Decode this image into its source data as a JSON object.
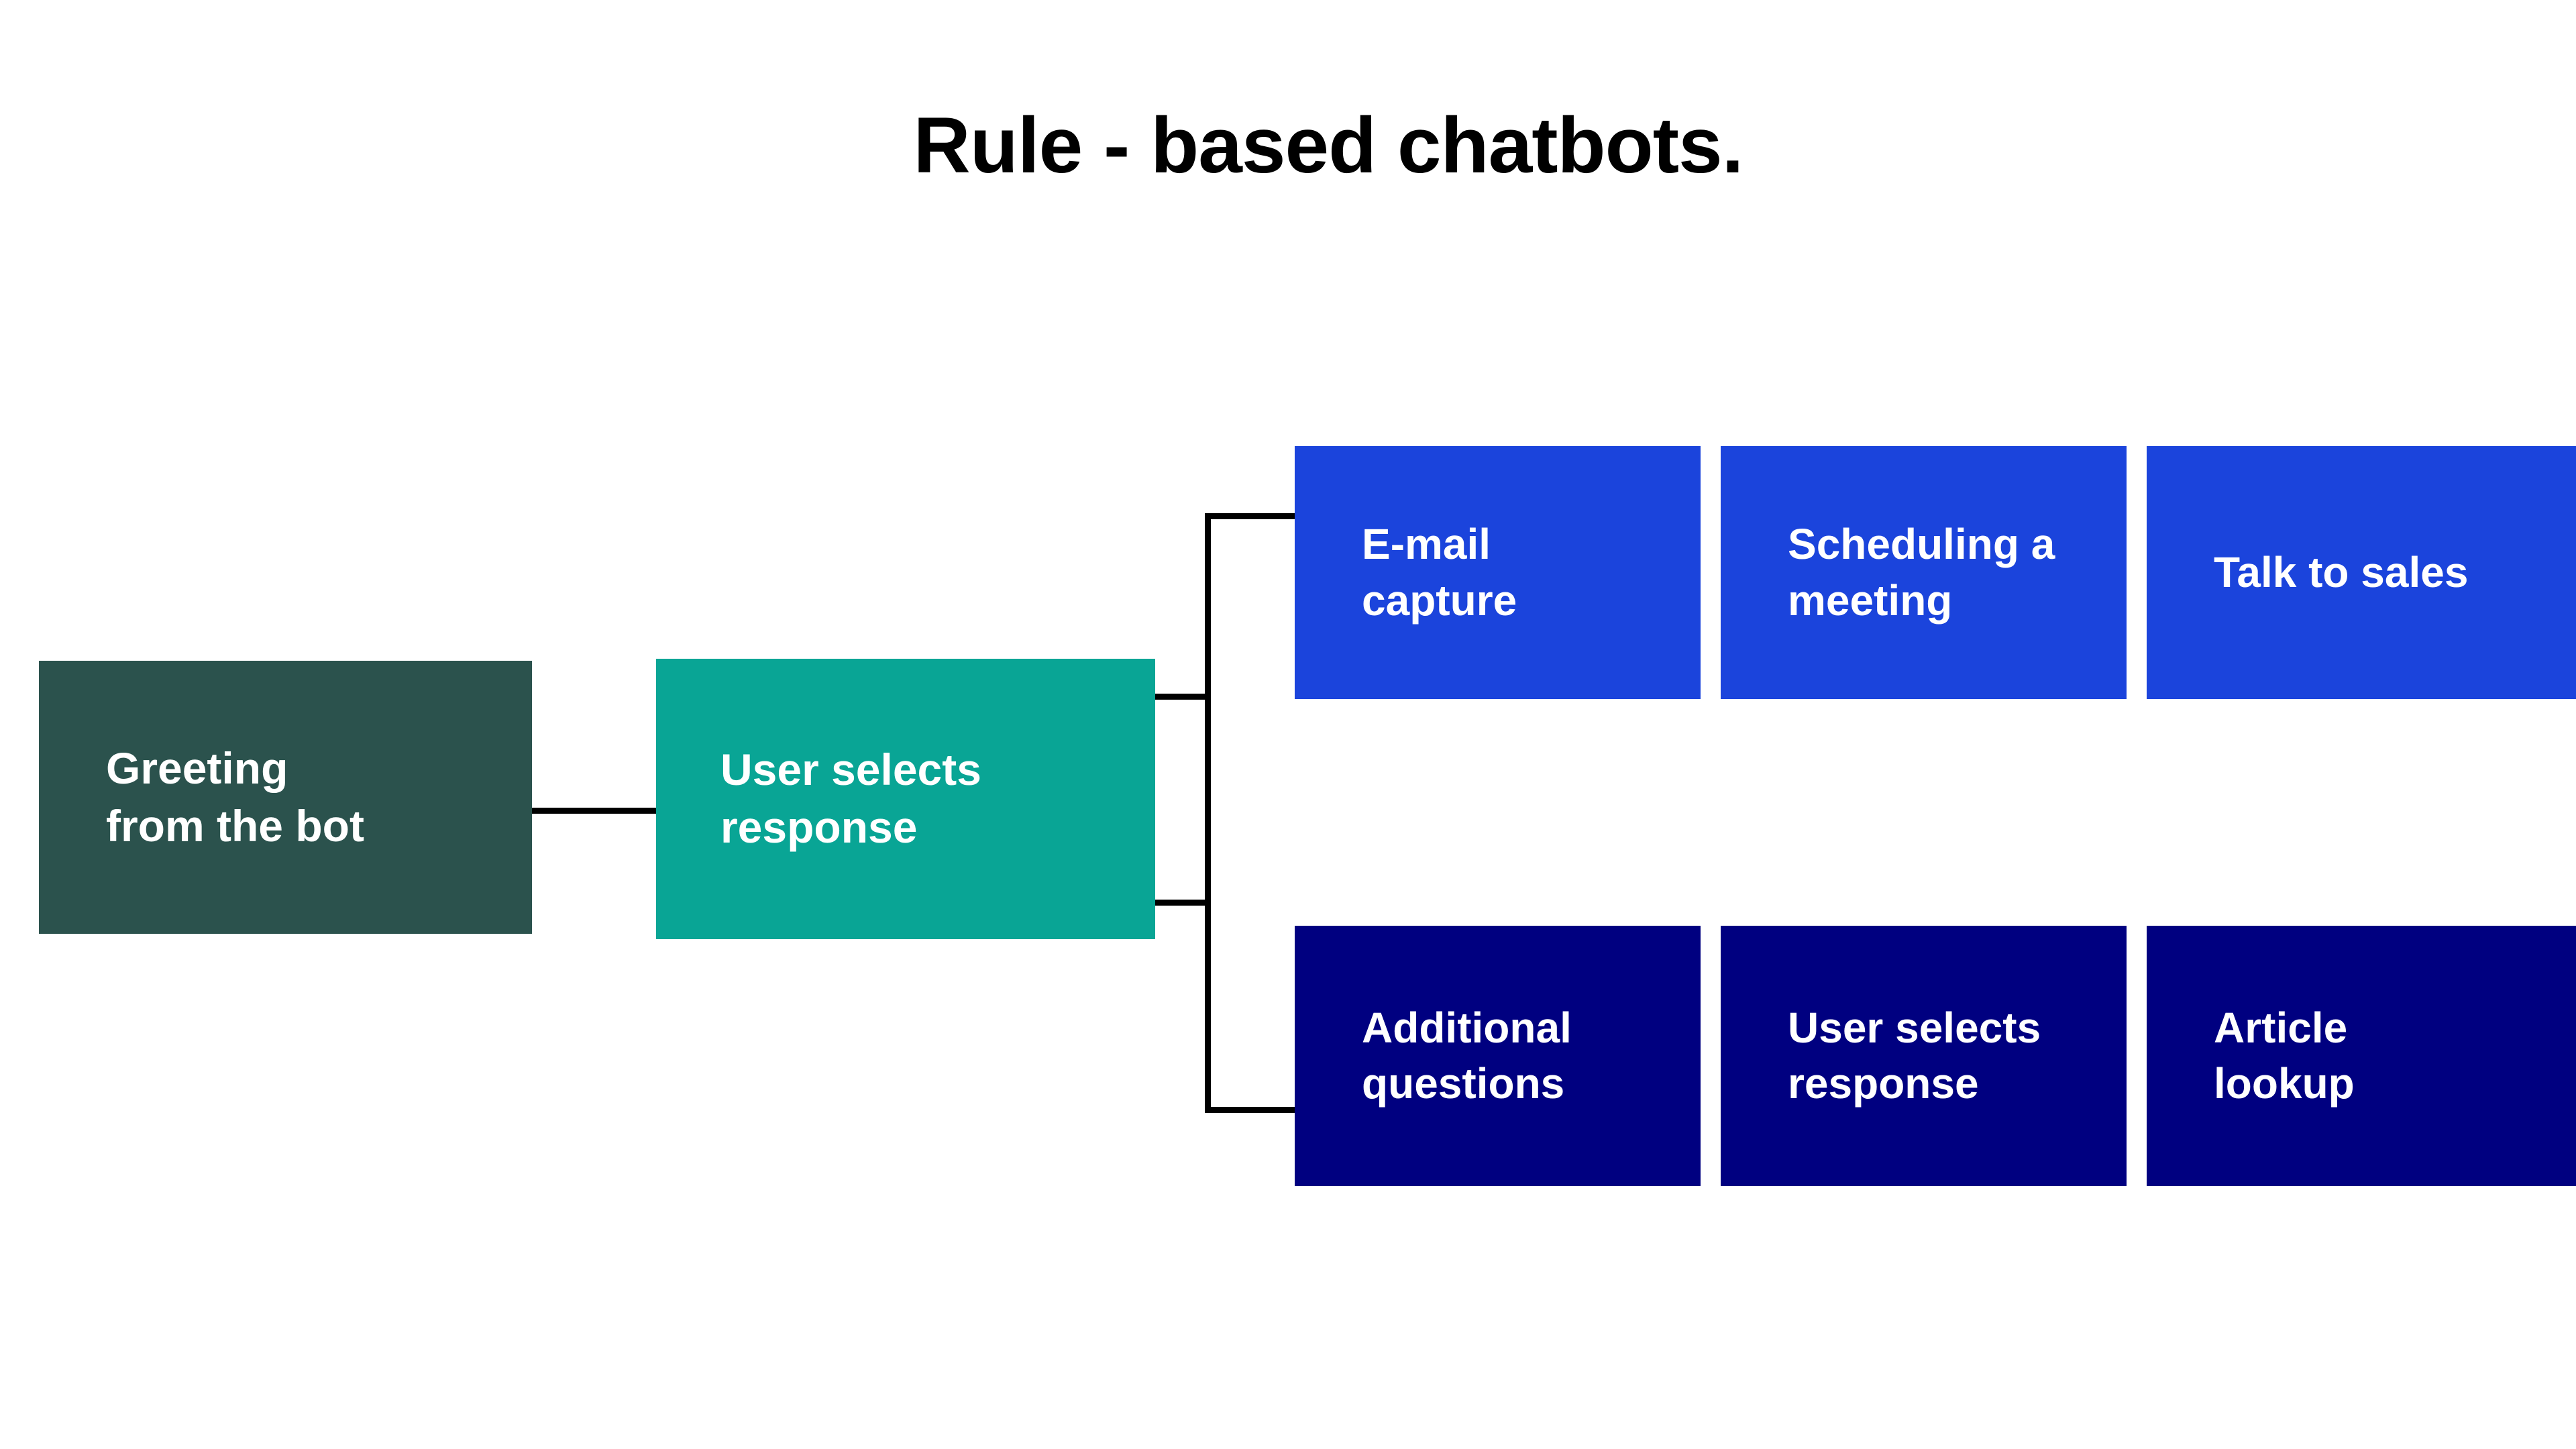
{
  "page": {
    "title": "Rule - based chatbots.",
    "background_color": "#ffffff"
  },
  "colors": {
    "root_node": "#2B524D",
    "stage_node": "#09A595",
    "branch_top": "#1B44DC",
    "branch_bottom": "#000080",
    "connector": "#000000",
    "node_text": "#ffffff",
    "title_text": "#000000"
  },
  "diagram": {
    "root": {
      "label": "Greeting\nfrom the bot",
      "color": "#2B524D"
    },
    "stage": {
      "label": "User selects\nresponse",
      "color": "#09A595"
    },
    "branches": [
      {
        "row": "top",
        "color": "#1B44DC",
        "nodes": [
          {
            "label": "E-mail\ncapture"
          },
          {
            "label": "Scheduling a\nmeeting"
          },
          {
            "label": "Talk to sales"
          }
        ]
      },
      {
        "row": "bottom",
        "color": "#000080",
        "nodes": [
          {
            "label": "Additional\nquestions"
          },
          {
            "label": "User selects\nresponse"
          },
          {
            "label": "Article\nlookup"
          }
        ]
      }
    ],
    "connectors": [
      {
        "name": "root-to-stage",
        "orientation": "horizontal"
      },
      {
        "name": "branch-spine",
        "orientation": "vertical"
      },
      {
        "name": "stage-stub-upper",
        "orientation": "horizontal"
      },
      {
        "name": "stage-stub-lower",
        "orientation": "horizontal"
      },
      {
        "name": "spine-to-top-row",
        "orientation": "horizontal"
      },
      {
        "name": "spine-to-bottom-row",
        "orientation": "horizontal"
      }
    ]
  }
}
